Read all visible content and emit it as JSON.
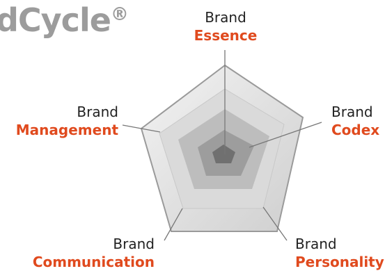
{
  "title": {
    "text": "dCycle",
    "mark": "®"
  },
  "nodes": [
    {
      "line1": "Brand",
      "line2": "Essence"
    },
    {
      "line1": "Brand",
      "line2": "Codex"
    },
    {
      "line1": "Brand",
      "line2": "Personality"
    },
    {
      "line1": "Brand",
      "line2": "Communication"
    },
    {
      "line1": "Brand",
      "line2": "Management"
    }
  ],
  "colors": {
    "accent": "#e04a1e",
    "rings": [
      "#d9d9d9",
      "#c3c3c3",
      "#aaaaaa",
      "#8f8f8f",
      "#6f6f6f"
    ]
  }
}
